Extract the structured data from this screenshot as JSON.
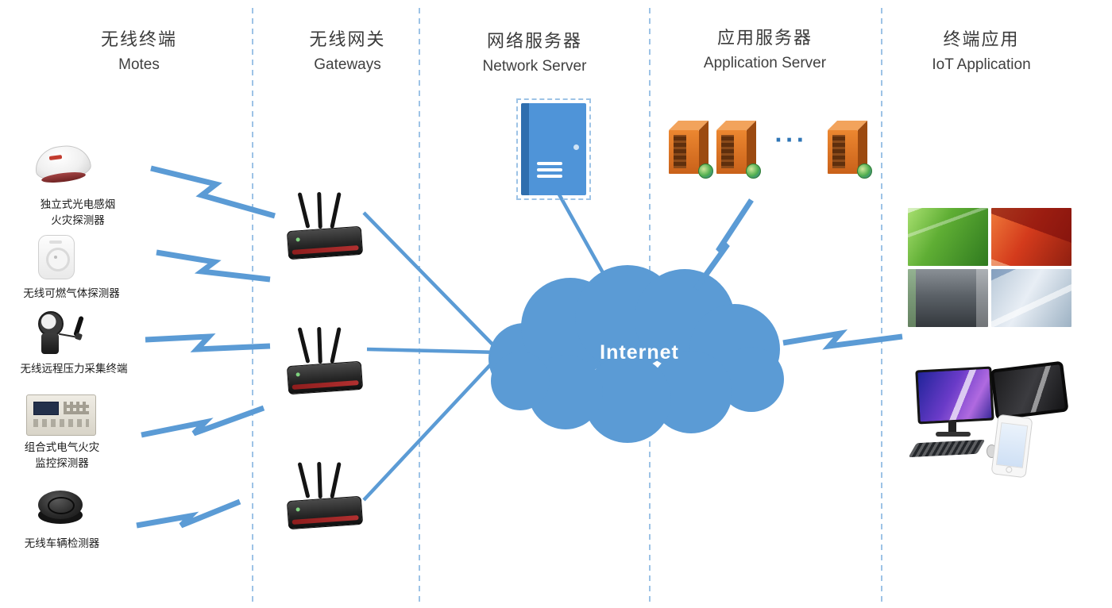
{
  "columns": [
    {
      "zh": "无线终端",
      "en": "Motes"
    },
    {
      "zh": "无线网关",
      "en": "Gateways"
    },
    {
      "zh": "网络服务器",
      "en": "Network Server"
    },
    {
      "zh": "应用服务器",
      "en": "Application Server"
    },
    {
      "zh": "终端应用",
      "en": "IoT Application"
    }
  ],
  "motes": [
    {
      "label": "独立式光电感烟\n火灾探测器",
      "icon": "smoke-detector-icon"
    },
    {
      "label": "无线可燃气体探测器",
      "icon": "gas-detector-icon"
    },
    {
      "label": "无线远程压力采集终端",
      "icon": "pressure-terminal-icon"
    },
    {
      "label": "组合式电气火灾\n监控探测器",
      "icon": "electrical-fire-monitor-icon"
    },
    {
      "label": "无线车辆检测器",
      "icon": "vehicle-detector-icon"
    }
  ],
  "internet_label": "Internet",
  "app_servers": {
    "count": 3,
    "ellipsis": "···"
  },
  "iot_application_photos": [
    "greenhouse",
    "industrial-equipment",
    "parking-garage",
    "factory-aerial"
  ],
  "colors": {
    "accent_blue": "#5B9BD5",
    "separator_blue": "#9DC3E6",
    "network_server_blue": "#4F94D8",
    "app_server_orange": "#EC8730",
    "text_dark": "#3B3B3B"
  }
}
